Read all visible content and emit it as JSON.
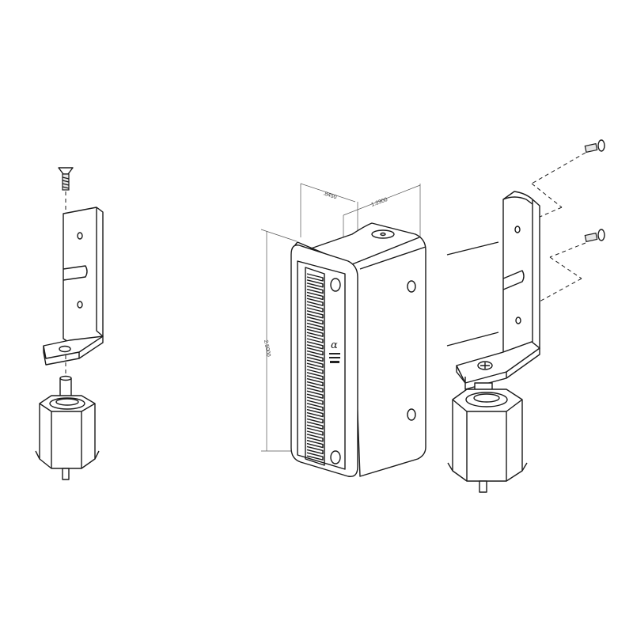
{
  "dimensions": {
    "depth": ".8450",
    "width": "1.2300",
    "height": "2.5000"
  },
  "logo_text": "ALPHA"
}
